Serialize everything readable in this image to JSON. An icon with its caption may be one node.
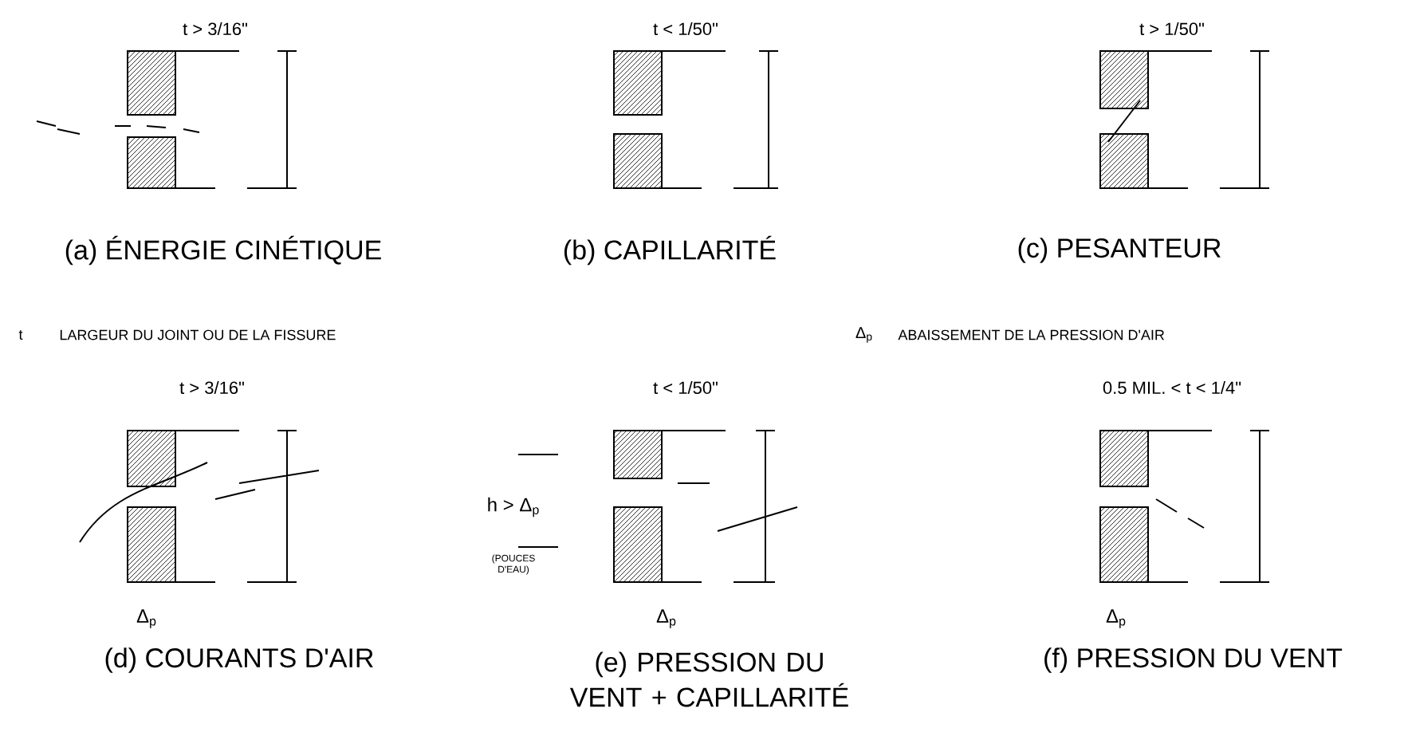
{
  "diagram": {
    "labels": [
      "t > 3/16\"",
      "t < 1/50\"",
      "t > 1/50\"",
      "(a) ÉNERGIE CINÉTIQUE",
      "(b) CAPILLARITÉ",
      "(c) PESANTEUR",
      "t",
      "LARGEUR DU JOINT OU DE LA FISSURE",
      "Δ$_{p}$",
      "ABAISSEMENT DE LA PRESSION D'AIR",
      "t > 3/16\"",
      "t < 1/50\"",
      "0.5 MIL. < t < 1/4\"",
      "h > Δ$_{p}$",
      "(POUCES D'EAU)",
      "Δ$_{p}$",
      "Δ$_{p}$",
      "Δ$_{p}$",
      "(d) COURANTS D'AIR",
      "(e) PRESSION DU VENT + CAPILLARITÉ",
      "(f) PRESSION DU VENT"
    ]
  }
}
